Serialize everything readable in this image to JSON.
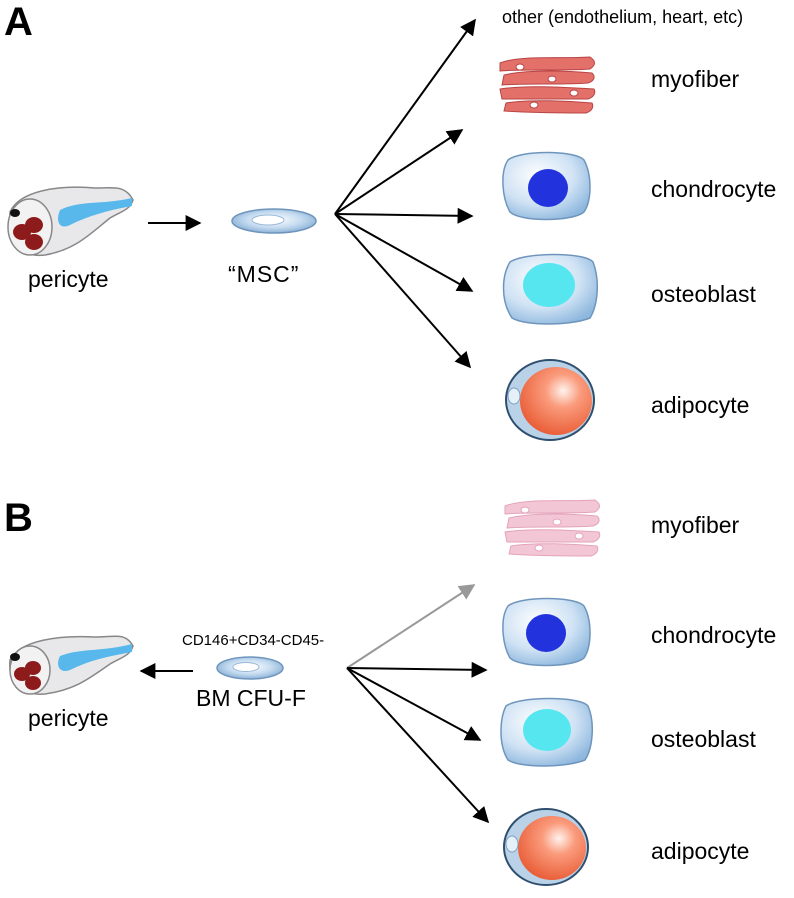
{
  "panel_a": {
    "letter": "A",
    "source_label": "pericyte",
    "stem_label": "“MSC”",
    "targets": {
      "other": "other (endothelium, heart, etc)",
      "myofiber": "myofiber",
      "chondrocyte": "chondrocyte",
      "osteoblast": "osteoblast",
      "adipocyte": "adipocyte"
    }
  },
  "panel_b": {
    "letter": "B",
    "marker_label": "CD146+CD34-CD45-",
    "source_label": "BM CFU-F",
    "pericyte_label": "pericyte",
    "targets": {
      "myofiber": "myofiber",
      "chondrocyte": "chondrocyte",
      "osteoblast": "osteoblast",
      "adipocyte": "adipocyte"
    }
  },
  "colors": {
    "arrow": "#000000",
    "arrow_faded": "#999999",
    "cell_membrane": "#9ec4e6",
    "chondro_nucleus": "#2233dd",
    "osteo_nucleus": "#55e6f0",
    "adipo_fat": "#f4805f",
    "myofiber": "#e4706a",
    "myofiber_faded": "#f3c6d6",
    "pericyte_blue": "#58b8ec",
    "blood_cell": "#8e1b1b"
  }
}
